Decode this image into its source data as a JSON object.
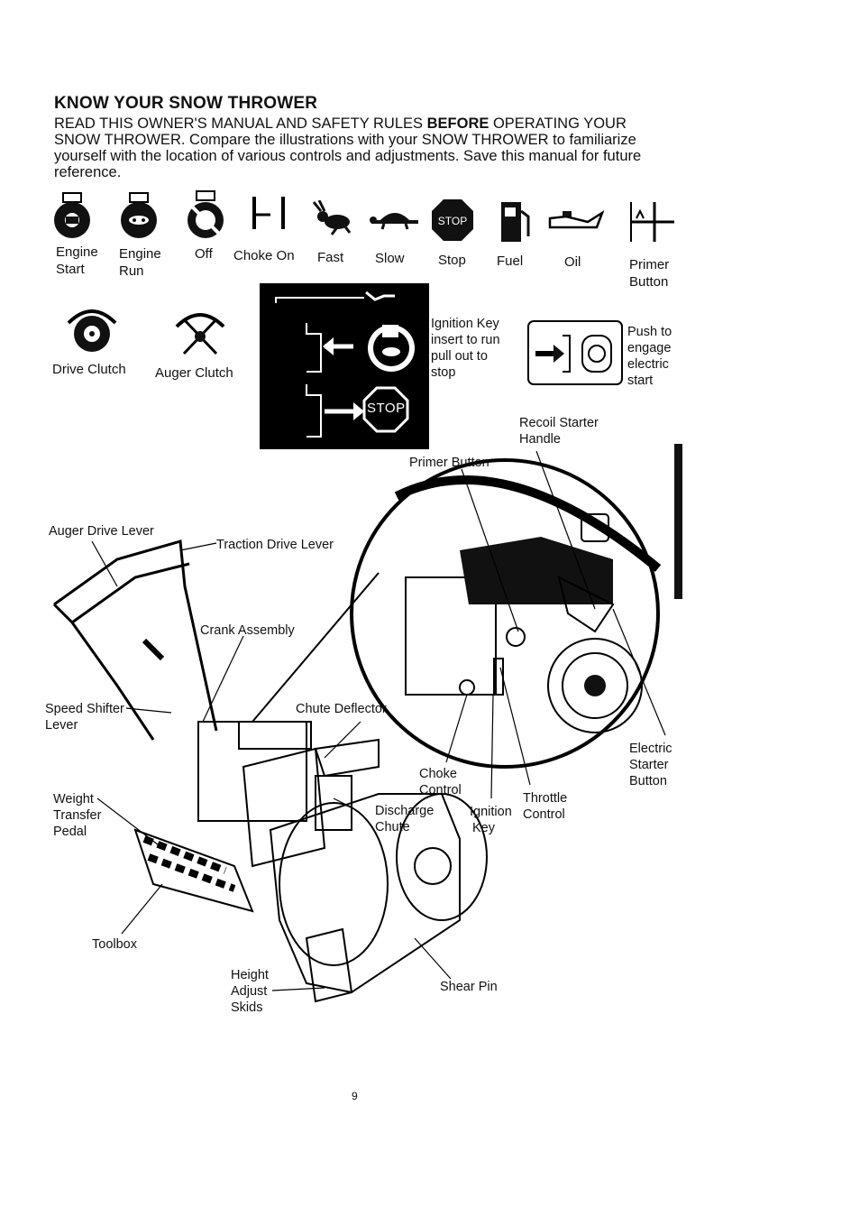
{
  "title": "KNOW YOUR SNOW THROWER",
  "intro": {
    "part1": "READ THIS OWNER'S MANUAL AND SAFETY RULES ",
    "bold": "BEFORE",
    "part2": " OPERATING YOUR SNOW THROWER. Compare the illustrations with your SNOW THROWER to familiarize yourself with the location of various controls and adjustments. Save this manual for future reference."
  },
  "symbols": [
    {
      "icon": "engine-start-icon",
      "line1": "Engine",
      "line2": "Start"
    },
    {
      "icon": "engine-run-icon",
      "line1": "Engine",
      "line2": "Run"
    },
    {
      "icon": "engine-off-icon",
      "line1": "Off",
      "line2": ""
    },
    {
      "icon": "choke-on-icon",
      "line1": "Choke On",
      "line2": ""
    },
    {
      "icon": "rabbit-icon",
      "line1": "Fast",
      "line2": ""
    },
    {
      "icon": "turtle-icon",
      "line1": "Slow",
      "line2": ""
    },
    {
      "icon": "stop-sign-icon",
      "line1": "Stop",
      "line2": ""
    },
    {
      "icon": "fuel-pump-icon",
      "line1": "Fuel",
      "line2": ""
    },
    {
      "icon": "oil-can-icon",
      "line1": "Oil",
      "line2": ""
    },
    {
      "icon": "primer-icon",
      "line1": "Primer",
      "line2": "Button"
    }
  ],
  "clutch": {
    "drive": "Drive Clutch",
    "auger": "Auger Clutch"
  },
  "ignition": {
    "stop_text": "STOP",
    "lines": [
      "Ignition Key",
      "insert to run",
      "pull out to",
      "stop"
    ]
  },
  "electric": {
    "lines": [
      "Push to",
      "engage",
      "electric",
      "start"
    ]
  },
  "callouts": {
    "recoil1": "Recoil Starter",
    "recoil2": "Handle",
    "primer": "Primer Button",
    "auger_lever": "Auger Drive Lever",
    "traction_lever": "Traction Drive Lever",
    "crank": "Crank Assembly",
    "speed1": "Speed Shifter",
    "speed2": "Lever",
    "chute_deflector": "Chute Deflector",
    "weight1": "Weight",
    "weight2": "Transfer",
    "weight3": "Pedal",
    "discharge1": "Discharge",
    "discharge2": "Chute",
    "choke1": "Choke",
    "choke2": "Control",
    "ign1": "Ignition",
    "ign2": "Key",
    "throttle1": "Throttle",
    "throttle2": "Control",
    "electric1": "Electric",
    "electric2": "Starter",
    "electric3": "Button",
    "toolbox": "Toolbox",
    "height1": "Height",
    "height2": "Adjust",
    "height3": "Skids",
    "shear": "Shear Pin"
  },
  "page_number": "9"
}
